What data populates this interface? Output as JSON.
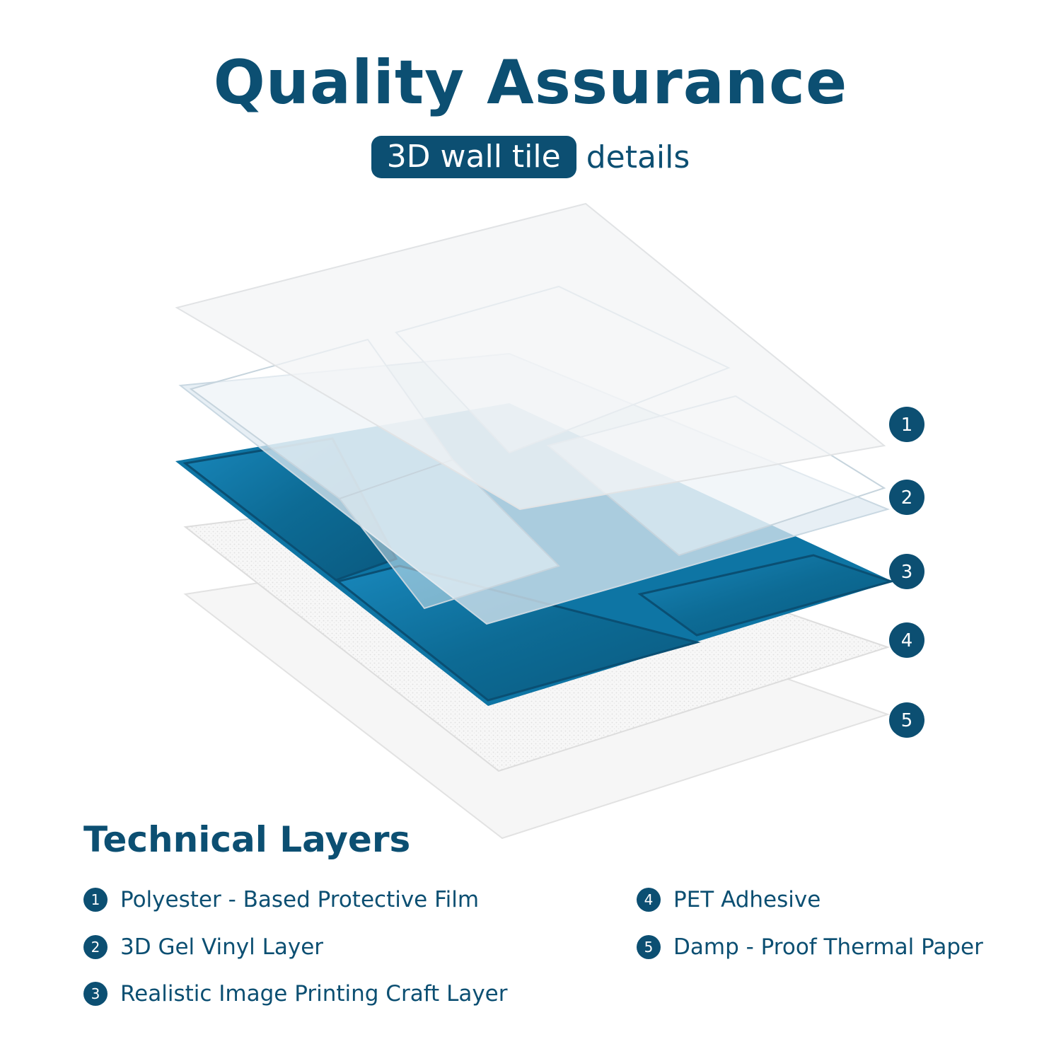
{
  "header": {
    "title": "Quality Assurance",
    "pill": "3D wall tile",
    "subtitle_rest": "details"
  },
  "colors": {
    "brand": "#0c4f72",
    "tile_blue": "#0d6f9a",
    "film": "#f4f5f6"
  },
  "callouts": [
    "1",
    "2",
    "3",
    "4",
    "5"
  ],
  "technical": {
    "title": "Technical Layers",
    "layers": [
      {
        "num": "1",
        "label": "Polyester - Based Protective Film"
      },
      {
        "num": "2",
        "label": "3D Gel Vinyl Layer"
      },
      {
        "num": "3",
        "label": "Realistic Image Printing Craft Layer"
      },
      {
        "num": "4",
        "label": "PET Adhesive"
      },
      {
        "num": "5",
        "label": "Damp - Proof Thermal Paper"
      }
    ]
  }
}
